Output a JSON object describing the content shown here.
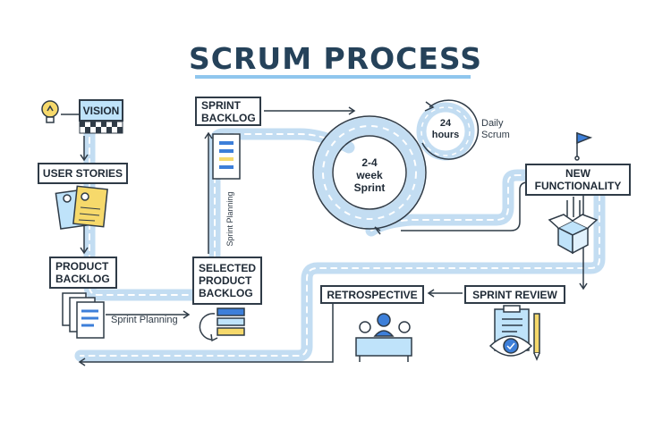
{
  "title": "SCRUM PROCESS",
  "nodes": {
    "vision": "VISION",
    "user_stories": "USER STORIES",
    "product_backlog": [
      "PRODUCT",
      "BACKLOG"
    ],
    "sprint_backlog": [
      "SPRINT",
      "BACKLOG"
    ],
    "selected_product_backlog": [
      "SELECTED",
      "PRODUCT",
      "BACKLOG"
    ],
    "new_functionality": [
      "NEW",
      "FUNCTIONALITY"
    ],
    "retrospective": "RETROSPECTIVE",
    "sprint_review": "SPRINT REVIEW"
  },
  "labels": {
    "sprint_planning_horizontal": "Sprint Planning",
    "sprint_planning_vertical": "Sprint Planning",
    "sprint_cycle": [
      "2-4",
      "week",
      "Sprint"
    ],
    "daily_cycle": [
      "24",
      "hours"
    ],
    "daily_scrum": [
      "Daily",
      "Scrum"
    ]
  },
  "colors": {
    "road": "#c3ddf2",
    "road_dash": "#ffffff",
    "outline": "#2f3b47",
    "accent_blue": "#3d7fd9",
    "light_blue": "#bfe3fa",
    "yellow": "#f6d96b",
    "title": "#25425a"
  },
  "icons": [
    "lightbulb-icon",
    "checkered-flag-icon",
    "story-cards-icon",
    "documents-stack-icon",
    "sprint-backlog-document-icon",
    "backlog-stack-icon",
    "refresh-arrow-icon",
    "flag-icon",
    "open-box-icon",
    "team-meeting-icon",
    "clipboard-icon",
    "eye-icon",
    "pencil-icon"
  ]
}
